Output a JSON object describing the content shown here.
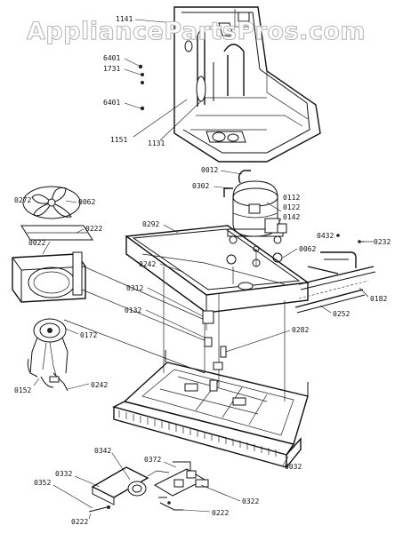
{
  "watermark": "AppliancePartsPros.com",
  "part_labels": {
    "p1141": "1141",
    "p6401a": "6401",
    "p1731": "1731",
    "p6401b": "6401",
    "p1151": "1151",
    "p1131": "1131",
    "p0012": "0012",
    "p0302": "0302",
    "p0112": "0112",
    "p0122": "0122",
    "p0142": "0142",
    "p0272": "0272",
    "p0062a": "0062",
    "p0222a": "0222",
    "p0292": "0292",
    "p0022": "0022",
    "p0432": "0432",
    "p0232": "0232",
    "p0062b": "0062",
    "p0242a": "0242",
    "p0312": "0312",
    "p0182": "0182",
    "p0252": "0252",
    "p0132": "0132",
    "p0172": "0172",
    "p0282": "0282",
    "p0152": "0152",
    "p0242b": "0242",
    "p0032": "0032",
    "p0342": "0342",
    "p0372": "0372",
    "p0332": "0332",
    "p0352": "0352",
    "p0322": "0322",
    "p0222b": "0222",
    "p0222c": "0222"
  }
}
